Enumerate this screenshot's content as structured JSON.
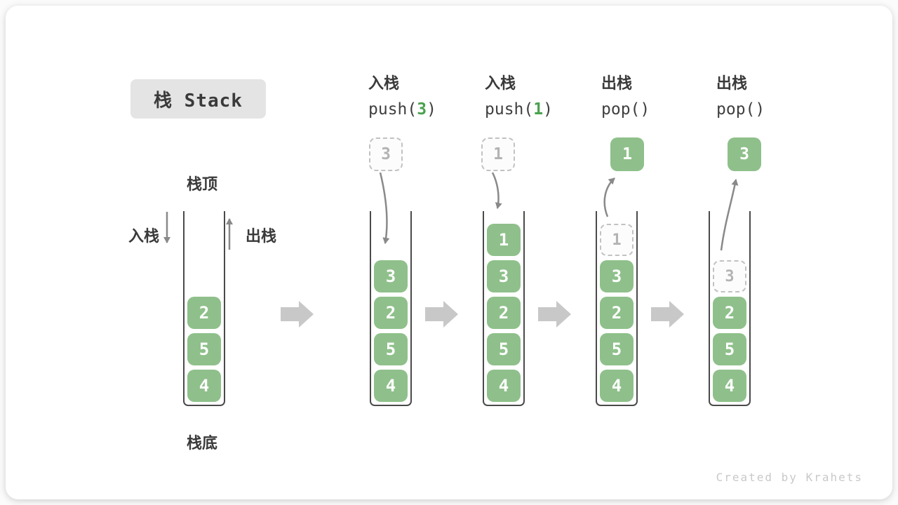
{
  "title": "栈 Stack",
  "watermark": "Created by Krahets",
  "colors": {
    "element_green": "#8FC08B",
    "code_arg_green": "#4AA14F",
    "arrow_gray": "#898989",
    "block_arrow_gray": "#C8C8C8"
  },
  "initial_stack": {
    "top_label": "栈顶",
    "bottom_label": "栈底",
    "push_label": "入栈",
    "pop_label": "出栈",
    "cells": [
      {
        "value": "2",
        "style": "solid"
      },
      {
        "value": "5",
        "style": "solid"
      },
      {
        "value": "4",
        "style": "solid"
      }
    ]
  },
  "steps": [
    {
      "action": "入栈",
      "code": {
        "pre": "push(",
        "arg": "3",
        "post": ")"
      },
      "moving_value": "3",
      "moving_style": "ghost",
      "cells": [
        {
          "value": "3",
          "style": "solid"
        },
        {
          "value": "2",
          "style": "solid"
        },
        {
          "value": "5",
          "style": "solid"
        },
        {
          "value": "4",
          "style": "solid"
        }
      ]
    },
    {
      "action": "入栈",
      "code": {
        "pre": "push(",
        "arg": "1",
        "post": ")"
      },
      "moving_value": "1",
      "moving_style": "ghost",
      "cells": [
        {
          "value": "1",
          "style": "solid"
        },
        {
          "value": "3",
          "style": "solid"
        },
        {
          "value": "2",
          "style": "solid"
        },
        {
          "value": "5",
          "style": "solid"
        },
        {
          "value": "4",
          "style": "solid"
        }
      ]
    },
    {
      "action": "出栈",
      "code": {
        "pre": "pop(",
        "arg": "",
        "post": ")"
      },
      "moving_value": "1",
      "moving_style": "solid",
      "cells": [
        {
          "value": "1",
          "style": "ghost"
        },
        {
          "value": "3",
          "style": "solid"
        },
        {
          "value": "2",
          "style": "solid"
        },
        {
          "value": "5",
          "style": "solid"
        },
        {
          "value": "4",
          "style": "solid"
        }
      ]
    },
    {
      "action": "出栈",
      "code": {
        "pre": "pop(",
        "arg": "",
        "post": ")"
      },
      "moving_value": "3",
      "moving_style": "solid",
      "cells": [
        {
          "value": "3",
          "style": "ghost"
        },
        {
          "value": "2",
          "style": "solid"
        },
        {
          "value": "5",
          "style": "solid"
        },
        {
          "value": "4",
          "style": "solid"
        }
      ]
    }
  ]
}
